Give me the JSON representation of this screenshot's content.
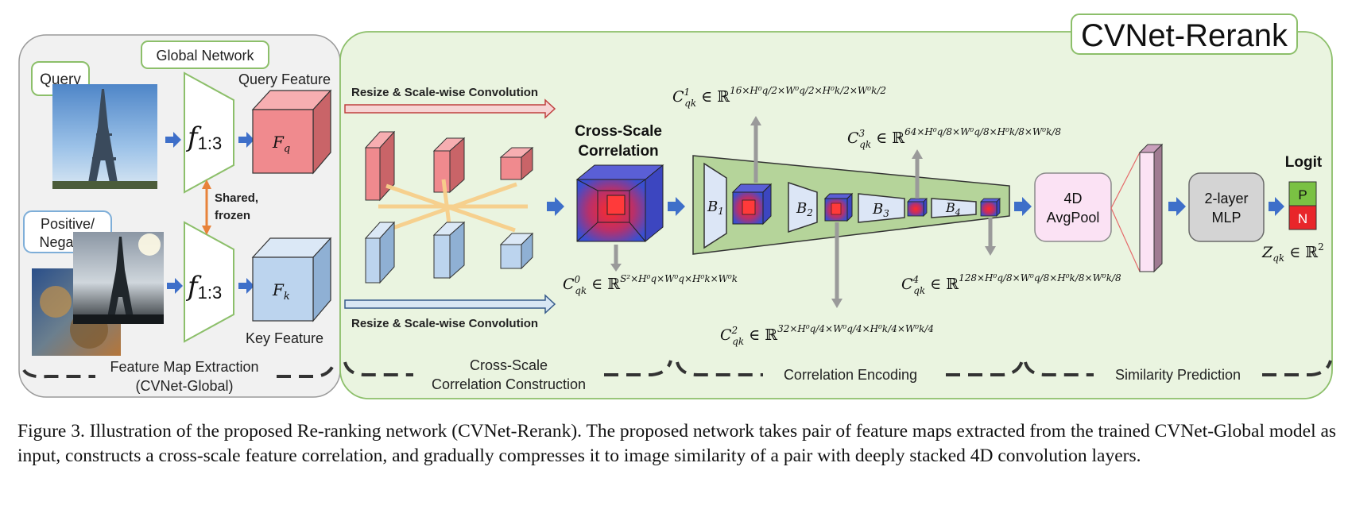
{
  "rerank_title": "CVNet-Rerank",
  "global": {
    "query_label": "Query",
    "network_label": "Global Network",
    "query_feature": "Query Feature",
    "posneg_line1": "Positive/",
    "posneg_line2": "Negative",
    "f_main": "f",
    "f_sub": "1:3",
    "shared_line1": "Shared,",
    "shared_line2": "frozen",
    "fq_main": "F",
    "fq_sub": "q",
    "fk_main": "F",
    "fk_sub": "k",
    "key_feature": "Key Feature",
    "section_line1": "Feature Map Extraction",
    "section_line2": "(CVNet-Global)"
  },
  "construct": {
    "resize_top": "Resize & Scale-wise Convolution",
    "resize_bottom": "Resize & Scale-wise Convolution",
    "csc_line1": "Cross-Scale",
    "csc_line2": "Correlation",
    "section_line1": "Cross-Scale",
    "section_line2": "Correlation Construction"
  },
  "encoding": {
    "b1": "B",
    "b1_sub": "1",
    "b2": "B",
    "b2_sub": "2",
    "b3": "B",
    "b3_sub": "3",
    "b4": "B",
    "b4_sub": "4",
    "section": "Correlation Encoding"
  },
  "equations": {
    "c0": "C⁰qk ∈ ℝ^(S²×H⁰q×W⁰q×H⁰k×W⁰k)",
    "c1": "C¹qk ∈ ℝ^(16×H⁰q/2×W⁰q/2×H⁰k/2×W⁰k/2)",
    "c2": "C²qk ∈ ℝ^(32×H⁰q/4×W⁰q/4×H⁰k/4×W⁰k/4)",
    "c3": "C³qk ∈ ℝ^(64×H⁰q/8×W⁰q/8×H⁰k/8×W⁰k/8)",
    "c4": "C⁴qk ∈ ℝ^(128×H⁰q/8×W⁰q/8×H⁰k/8×W⁰k/8)"
  },
  "prediction": {
    "pool_line1": "4D",
    "pool_line2": "AvgPool",
    "mlp_line1": "2-layer",
    "mlp_line2": "MLP",
    "logit": "Logit",
    "p": "P",
    "n": "N",
    "z": "Z",
    "z_sub": "qk",
    "z_rest": " ∈ ℝ",
    "z_sup": "2",
    "section": "Similarity Prediction"
  },
  "caption": "Figure 3. Illustration of the proposed Re-ranking network (CVNet-Rerank). The proposed network takes pair of feature maps extracted from the trained CVNet-Global model as input, constructs a cross-scale feature correlation, and gradually compresses it to image similarity of a pair with deeply stacked 4D convolution layers.",
  "colors": {
    "green_panel": "#eaf4e0",
    "green_border": "#8cbf6a",
    "red_cube": "#f08a8e",
    "blue_cube": "#bcd4ee",
    "arrow_blue": "#3e6fc9",
    "orange": "#e8823a",
    "P": "#7ac143",
    "N": "#e8262a"
  }
}
